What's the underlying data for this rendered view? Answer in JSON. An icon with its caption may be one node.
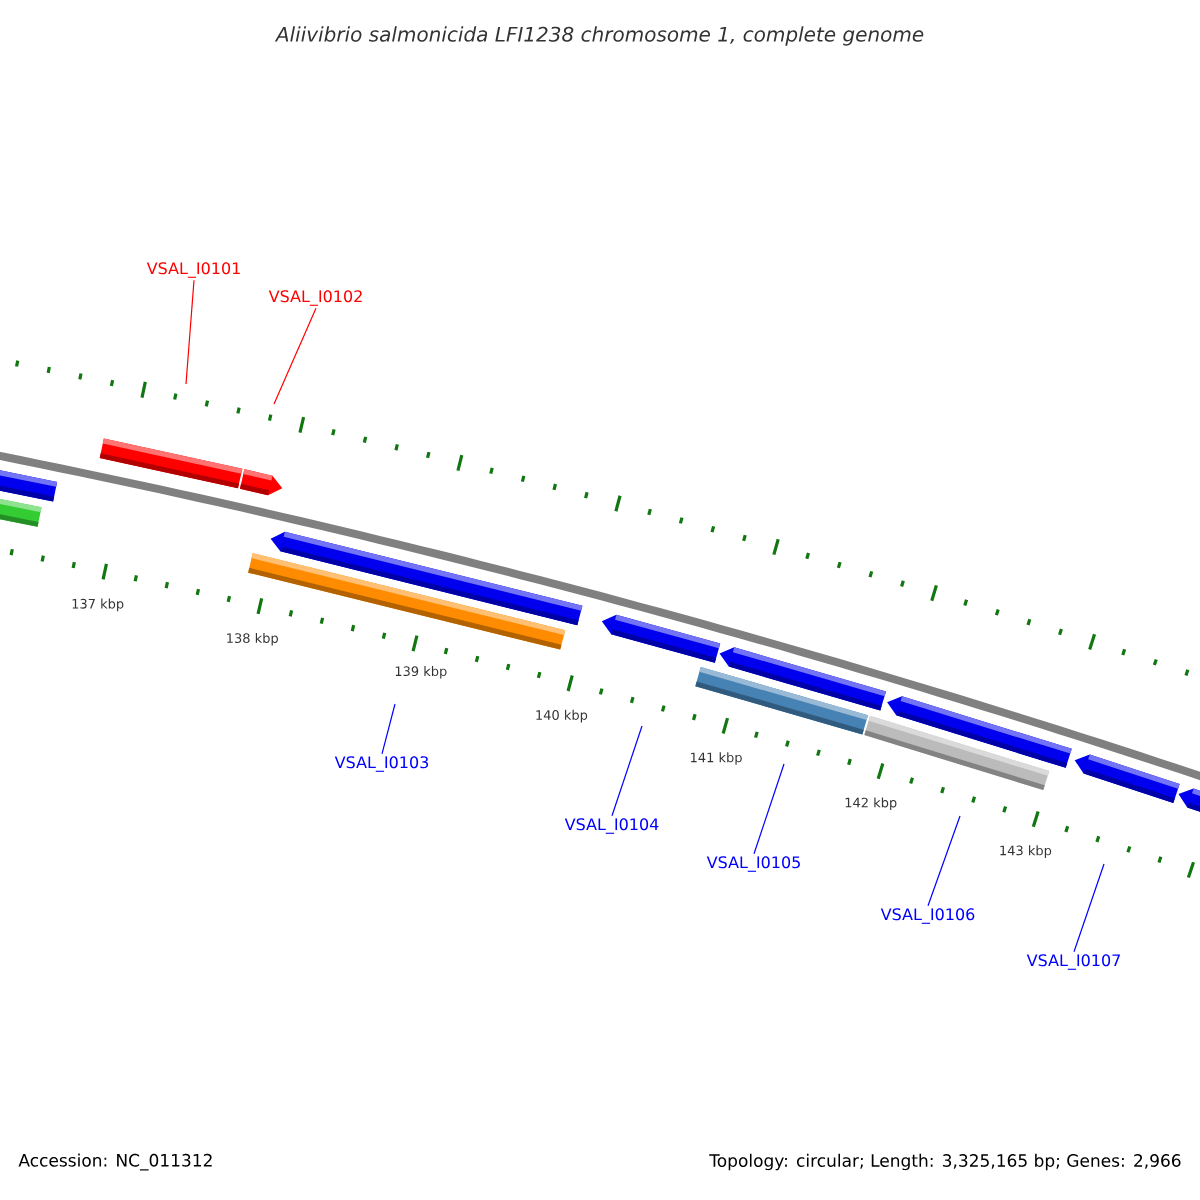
{
  "diagram": {
    "title": "Aliivibrio salmonicida LFI1238 chromosome 1, complete genome",
    "nodes": [
      {
        "text": [
          "VSAL_I0101"
        ]
      },
      {
        "text": [
          "VSAL_I0102"
        ]
      },
      {
        "text": [
          "VSAL_I0103"
        ]
      },
      {
        "text": [
          "VSAL_I0104"
        ]
      },
      {
        "text": [
          "VSAL_I0105"
        ]
      },
      {
        "text": [
          "VSAL_I0106"
        ]
      },
      {
        "text": [
          "VSAL_I0107"
        ]
      }
    ],
    "edges": [
      {
        "from": 0,
        "to": null,
        "arrow": "none",
        "color": "#ff0000"
      },
      {
        "from": 1,
        "to": null,
        "arrow": "none",
        "color": "#ff0000"
      },
      {
        "from": 2,
        "to": null,
        "arrow": "none"
      },
      {
        "from": 3,
        "to": null,
        "arrow": "none"
      },
      {
        "from": 4,
        "to": null,
        "arrow": "none"
      },
      {
        "from": 5,
        "to": null,
        "arrow": "none"
      },
      {
        "from": 6,
        "to": null,
        "arrow": "none"
      }
    ],
    "labels": [
      "137 kbp",
      "138 kbp",
      "139 kbp",
      "140 kbp",
      "141 kbp",
      "142 kbp",
      "143 kbp",
      "Accession: NC_011312",
      "Topology: circular; Length: 3,325,165 bp; Genes: 2,966"
    ]
  }
}
